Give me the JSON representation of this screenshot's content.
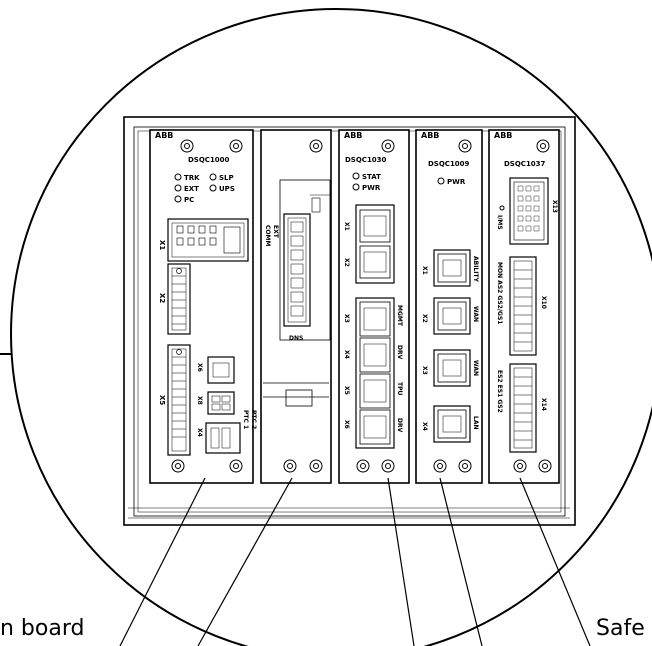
{
  "labels": {
    "left_callout": "n board",
    "right_callout": "Safe"
  },
  "modules": {
    "main": {
      "brand": "ABB",
      "model": "DSQC1000",
      "leds": [
        "TRK",
        "SLP",
        "EXT",
        "UPS",
        "PC"
      ],
      "ports": [
        "X1",
        "X2",
        "X5",
        "X6",
        "X8",
        "X4"
      ],
      "ptc": "PTC 1",
      "ptc2": "PTC 2"
    },
    "power": {
      "conn_label": "COMM",
      "conn_label2": "EXT",
      "bottom_label": "DNS"
    },
    "comm": {
      "brand": "ABB",
      "model": "DSQC1030",
      "leds": [
        "STAT",
        "PWR"
      ],
      "ports": [
        "X1",
        "X2",
        "X3",
        "X4",
        "X5",
        "X6"
      ],
      "side_labels": [
        "MGMT",
        "DRV",
        "TPU",
        "DRV"
      ]
    },
    "connectivity": {
      "brand": "ABB",
      "model": "DSQC1009",
      "leds": [
        "PWR"
      ],
      "ports": [
        "X1",
        "X2",
        "X3",
        "X4"
      ],
      "side_labels": [
        "ABILITY",
        "WAN",
        "WAN",
        "LAN"
      ]
    },
    "safety": {
      "brand": "ABB",
      "model": "DSQC1037",
      "top_conn": "X13",
      "side_label": "I/MS",
      "ports": [
        "X10",
        "X14"
      ],
      "side_col1": "MON AS2 GS2/GS1",
      "side_col2": "ES2 ES1 GS2"
    }
  }
}
